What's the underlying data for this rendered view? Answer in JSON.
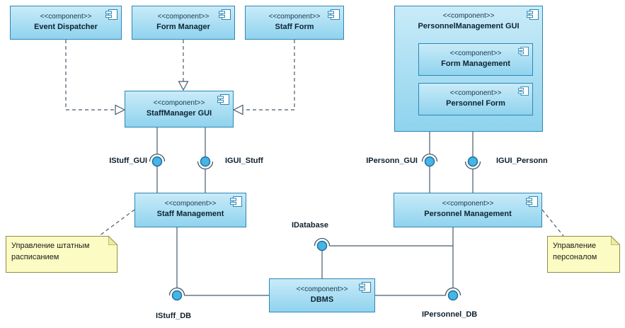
{
  "stereotype": "<<component>>",
  "components": {
    "event_dispatcher": {
      "name": "Event Dispatcher"
    },
    "form_manager": {
      "name": "Form Manager"
    },
    "staff_form": {
      "name": "Staff Form"
    },
    "personnel_management_gui": {
      "name": "PersonnelManagement GUI"
    },
    "form_management": {
      "name": "Form Management"
    },
    "personnel_form": {
      "name": "Personnel Form"
    },
    "staffmanager_gui": {
      "name": "StaffManager GUI"
    },
    "staff_management": {
      "name": "Staff Management"
    },
    "personnel_management": {
      "name": "Personnel Management"
    },
    "dbms": {
      "name": "DBMS"
    }
  },
  "interfaces": {
    "istuff_gui": "IStuff_GUI",
    "igui_stuff": "IGUI_Stuff",
    "ipersonn_gui": "IPersonn_GUI",
    "igui_personn": "IGUI_Personn",
    "idatabase": "IDatabase",
    "istuff_db": "IStuff_DB",
    "ipersonnel_db": "IPersonnel_DB"
  },
  "notes": {
    "staff_note": "Управление штатным расписанием",
    "personnel_note": "Управление персоналом"
  },
  "colors": {
    "component_fill_top": "#c9ebf8",
    "component_fill_bottom": "#8fd3ee",
    "component_border": "#2e86b5",
    "ball_fill": "#45b5e5",
    "ball_border": "#1e6f9f",
    "note_fill": "#fbfbc3",
    "note_border": "#8f8f4b",
    "line_color": "#4a5a6a"
  }
}
